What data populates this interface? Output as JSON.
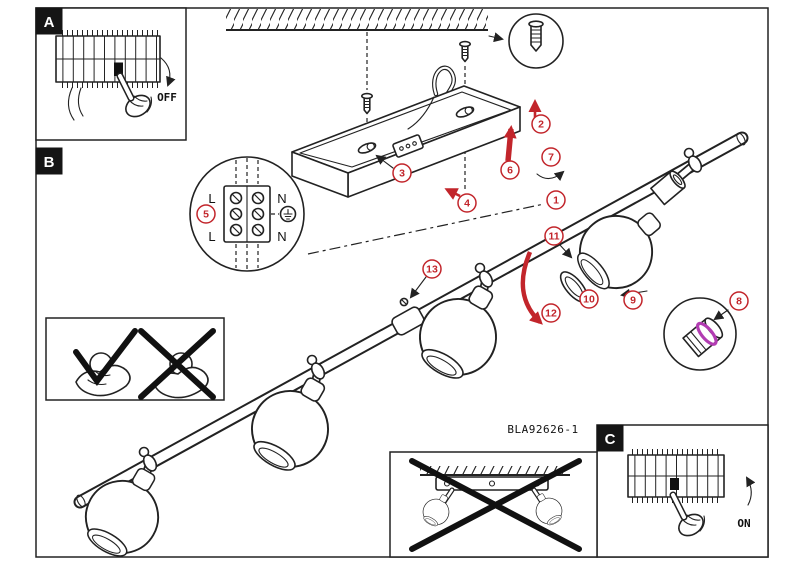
{
  "panels": {
    "a_label": "A",
    "b_label": "B",
    "c_label": "C"
  },
  "power": {
    "off_label": "OFF",
    "on_label": "ON"
  },
  "terminal": {
    "l_top": "L",
    "n_top": "N",
    "l_bottom": "L",
    "n_bottom": "N"
  },
  "part_number": "BLA92626-1",
  "steps": [
    "1",
    "2",
    "3",
    "4",
    "5",
    "6",
    "7",
    "8",
    "9",
    "10",
    "11",
    "12",
    "13"
  ],
  "colors": {
    "line": "#222222",
    "step_accent_red": "#c2252b",
    "highlight_magenta": "#b23cb2",
    "label_box": "#151515"
  },
  "icons": {
    "hand": "pointing-hand-icon",
    "screw": "mounting-screw-icon",
    "anchor": "wall-plug-icon",
    "check": "check-mark-icon",
    "cross": "x-mark-icon",
    "earth": "ground-symbol-icon",
    "breaker": "circuit-breaker-icon",
    "ball": "ball-spotlight-icon"
  }
}
